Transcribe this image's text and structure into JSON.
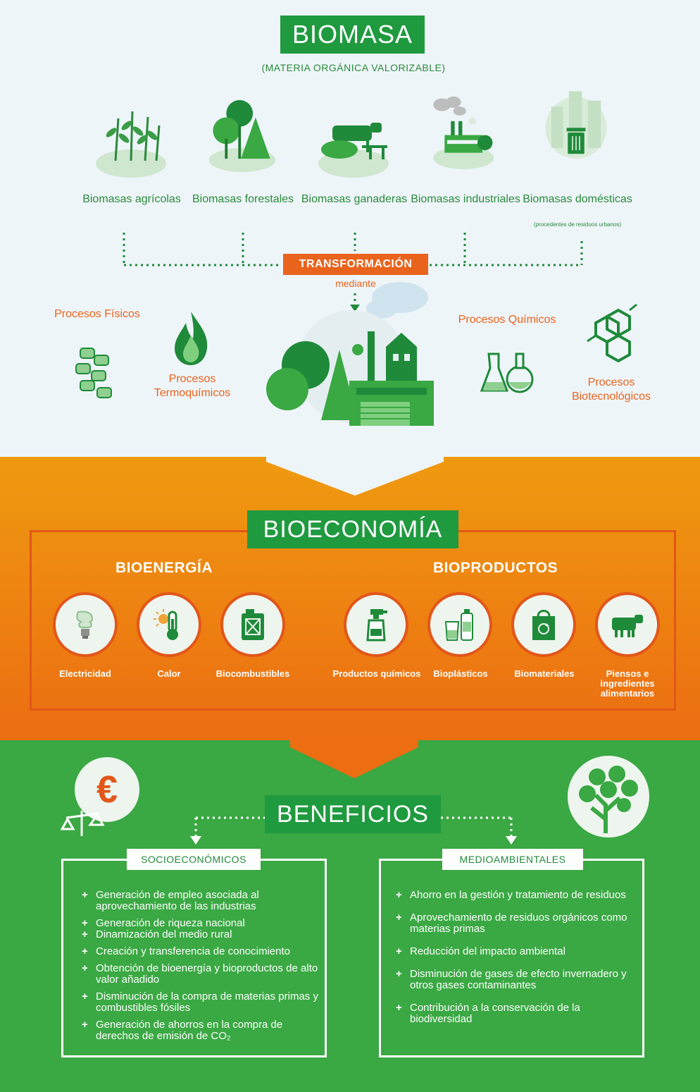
{
  "biomasa": {
    "title": "BIOMASA",
    "subtitle": "(MATERIA ORGÁNICA VALORIZABLE)",
    "types": [
      {
        "label": "Biomasas agrícolas",
        "icon": "wheat-icon"
      },
      {
        "label": "Biomasas forestales",
        "icon": "forest-icon"
      },
      {
        "label": "Biomasas ganaderas",
        "icon": "livestock-icon"
      },
      {
        "label": "Biomasas industriales",
        "icon": "factory-icon"
      },
      {
        "label": "Biomasas domésticas",
        "icon": "trash-bin-icon",
        "note": "(procedentes de residuos urbanos)"
      }
    ]
  },
  "transformation": {
    "label": "TRANSFORMACIÓN",
    "mediante": "mediante",
    "processes": {
      "fisicos": "Procesos Físicos",
      "termoquimicos": "Procesos Termoquímicos",
      "quimicos": "Procesos Químicos",
      "biotecnologicos": "Procesos Biotecnológicos"
    }
  },
  "bioeconomia": {
    "title": "BIOECONOMÍA",
    "bioenergia": {
      "title": "BIOENERGÍA",
      "items": [
        "Electricidad",
        "Calor",
        "Biocombustibles"
      ]
    },
    "bioproductos": {
      "title": "BIOPRODUCTOS",
      "items": [
        "Productos químicos",
        "Bioplásticos",
        "Biomateriales",
        "Piensos e ingredientes alimentarios"
      ]
    }
  },
  "beneficios": {
    "title": "BENEFICIOS",
    "socio": {
      "title": "SOCIOECONÓMICOS",
      "items": [
        "Generación de empleo asociada al aprovechamiento de las industrias",
        "Generación de riqueza nacional",
        "Dinamización del medio rural",
        "Creación y transferencia de conocimiento",
        "Obtención de bioenergía y bioproductos de alto valor añadido",
        "Disminución de la compra de materias primas y combustibles fósiles",
        "Generación de ahorros en la compra de derechos de emisión de CO₂"
      ]
    },
    "medio": {
      "title": "MEDIOAMBIENTALES",
      "items": [
        "Ahorro en la gestión y tratamiento de residuos",
        "Aprovechamiento de residuos orgánicos como materias primas",
        "Reducción del impacto ambiental",
        "Disminución de gases de efecto invernadero y otros gases contaminantes",
        "Contribución a la conservación de la biodiversidad"
      ]
    },
    "euro_symbol": "€"
  },
  "colors": {
    "green_dark": "#1f9a3f",
    "green_light": "#3aa843",
    "orange": "#e9631c",
    "orange_light": "#ef9a10",
    "bg_top": "#eef5f9"
  }
}
